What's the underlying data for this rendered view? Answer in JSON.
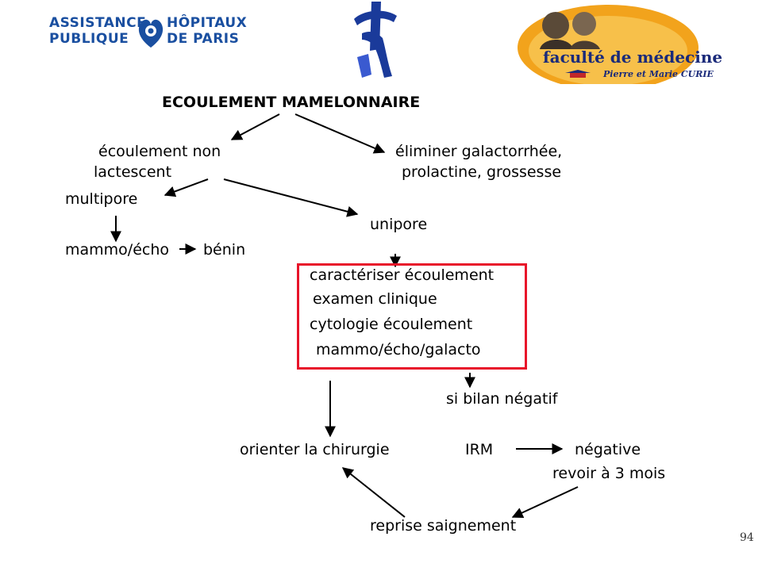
{
  "logos": {
    "aphp_line1_left": "ASSISTANCE",
    "aphp_line2_left": "PUBLIQUE",
    "aphp_line1_right": "HÔPITAUX",
    "aphp_line2_right": "DE PARIS",
    "faculty_name": "faculté de médecine",
    "faculty_sub": "Pierre et Marie CURIE"
  },
  "diagram": {
    "title": "ECOULEMENT MAMELONNAIRE",
    "non_lactescent_1": "écoulement non",
    "non_lactescent_2": "lactescent",
    "eliminer_1": "éliminer galactorrhée,",
    "eliminer_2": "prolactine, grossesse",
    "multipore": "multipore",
    "unipore": "unipore",
    "mammo_echo": "mammo/écho",
    "benin": "bénin",
    "box_line1": "caractériser écoulement",
    "box_line2": "examen clinique",
    "box_line3": "cytologie écoulement",
    "box_line4": "mammo/écho/galacto",
    "si_bilan": "si bilan négatif",
    "orienter": "orienter la chirurgie",
    "irm": "IRM",
    "negative": "négative",
    "revoir": "revoir à 3 mois",
    "reprise": "reprise saignement"
  },
  "page_number": "94",
  "colors": {
    "highlight_box": "#e8142a",
    "aphp_blue": "#1a4fa0",
    "faculty_navy": "#1a2a7a"
  }
}
